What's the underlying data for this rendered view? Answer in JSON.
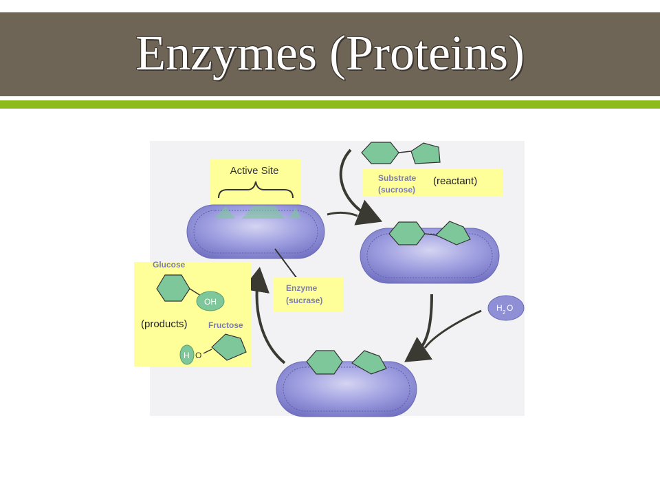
{
  "slide": {
    "title": "Enzymes (Proteins)"
  },
  "diagram": {
    "labels": {
      "active_site": "Active Site",
      "substrate": "Substrate",
      "sucrose": "(sucrose)",
      "reactant": "(reactant)",
      "enzyme": "Enzyme",
      "sucrase": "(sucrase)",
      "glucose": "Glucose",
      "oh": "OH",
      "products": "(products)",
      "fructose": "Fructose",
      "h": "H",
      "o": "O",
      "water_h": "H",
      "water_sub": "2",
      "water_o": "O"
    },
    "colors": {
      "title_bar": "#6e6557",
      "accent_bar": "#8dbb1b",
      "label_box": "#ffff99",
      "enzyme_body": "#8f8fd6",
      "molecule_fill": "#7dc79a",
      "label_text": "#7a7ab8",
      "arrow": "#3a3a33"
    }
  }
}
